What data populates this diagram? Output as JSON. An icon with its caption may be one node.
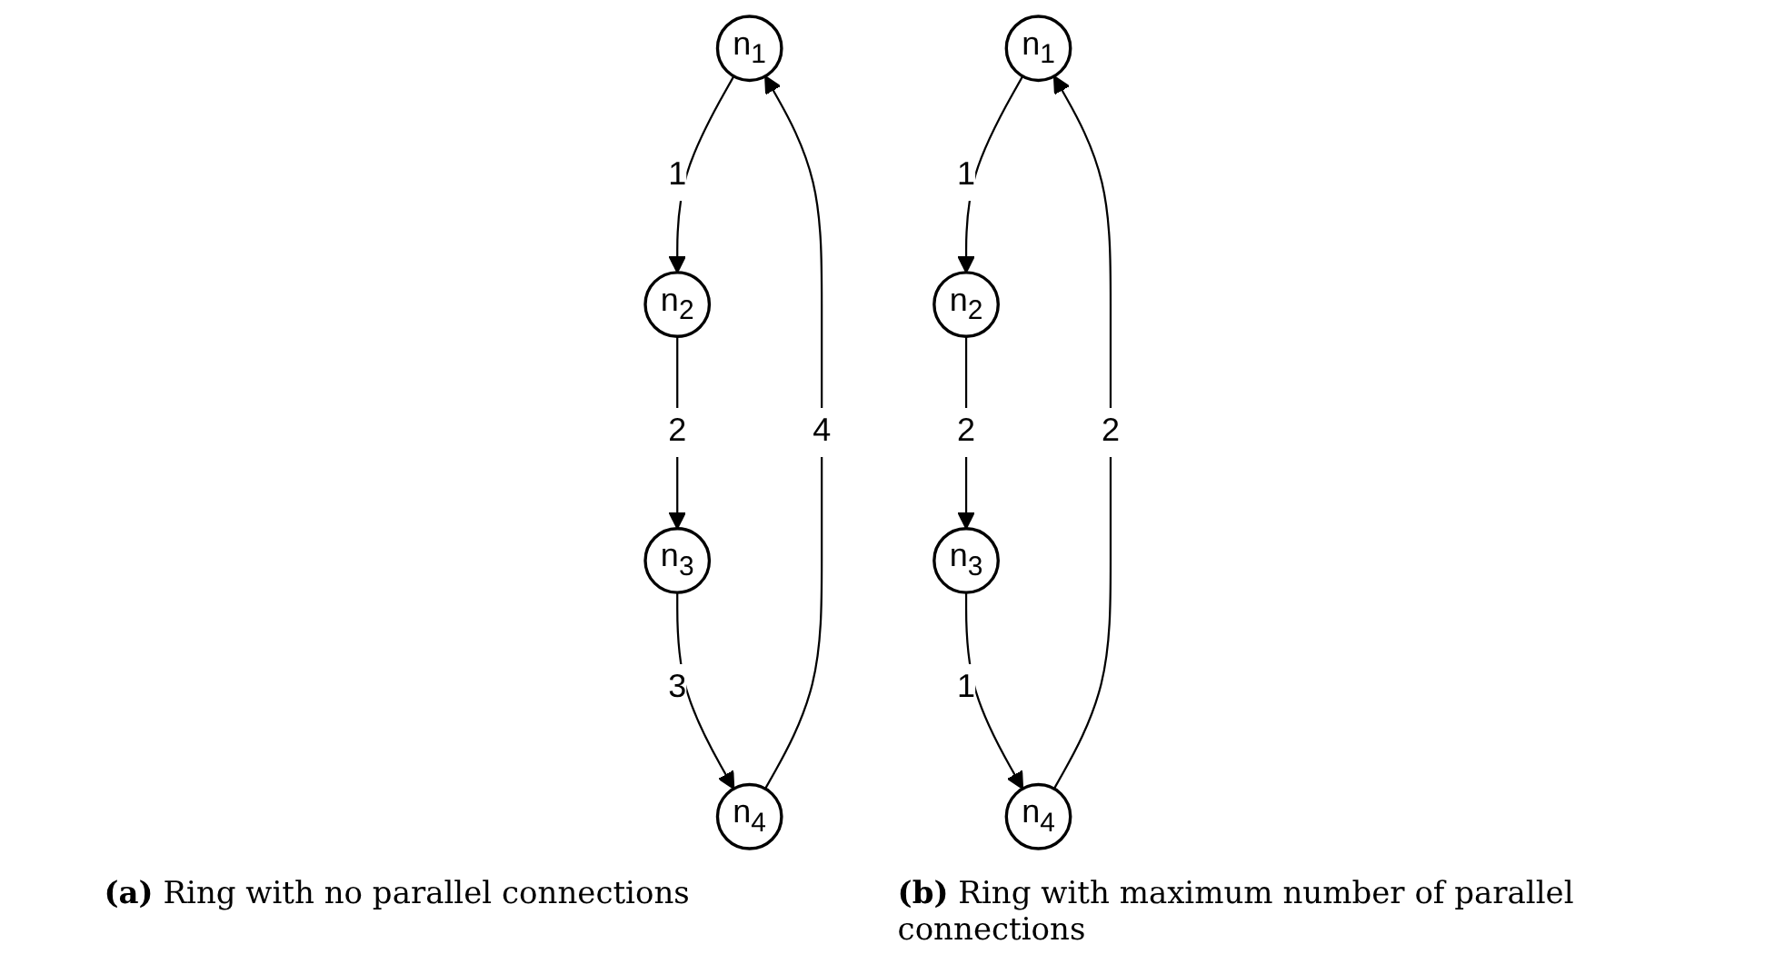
{
  "diagram": {
    "nodes": [
      {
        "text": [
          "n$_{1}$"
        ]
      },
      {
        "text": [
          "n$_{2}$"
        ]
      },
      {
        "text": [
          "n$_{3}$"
        ]
      },
      {
        "text": [
          "n$_{4}$"
        ]
      },
      {
        "text": [
          "n$_{1}$"
        ]
      },
      {
        "text": [
          "n$_{2}$"
        ]
      },
      {
        "text": [
          "n$_{3}$"
        ]
      },
      {
        "text": [
          "n$_{4}$"
        ]
      }
    ],
    "edges": [
      {
        "from": 0,
        "to": 1,
        "arrow": "to",
        "label": "1"
      },
      {
        "from": 1,
        "to": 2,
        "arrow": "to",
        "label": "2"
      },
      {
        "from": 2,
        "to": 3,
        "arrow": "to",
        "label": "3"
      },
      {
        "from": 3,
        "to": 0,
        "arrow": "to",
        "label": "4"
      },
      {
        "from": 4,
        "to": 5,
        "arrow": "to",
        "label": "1"
      },
      {
        "from": 5,
        "to": 6,
        "arrow": "to",
        "label": "2"
      },
      {
        "from": 6,
        "to": 7,
        "arrow": "to",
        "label": "1"
      },
      {
        "from": 7,
        "to": 4,
        "arrow": "to",
        "label": "2"
      }
    ],
    "labels": [
      "**(a)** Ring with no parallel connections",
      "**(b)** Ring with maximum number of parallel connections"
    ]
  }
}
